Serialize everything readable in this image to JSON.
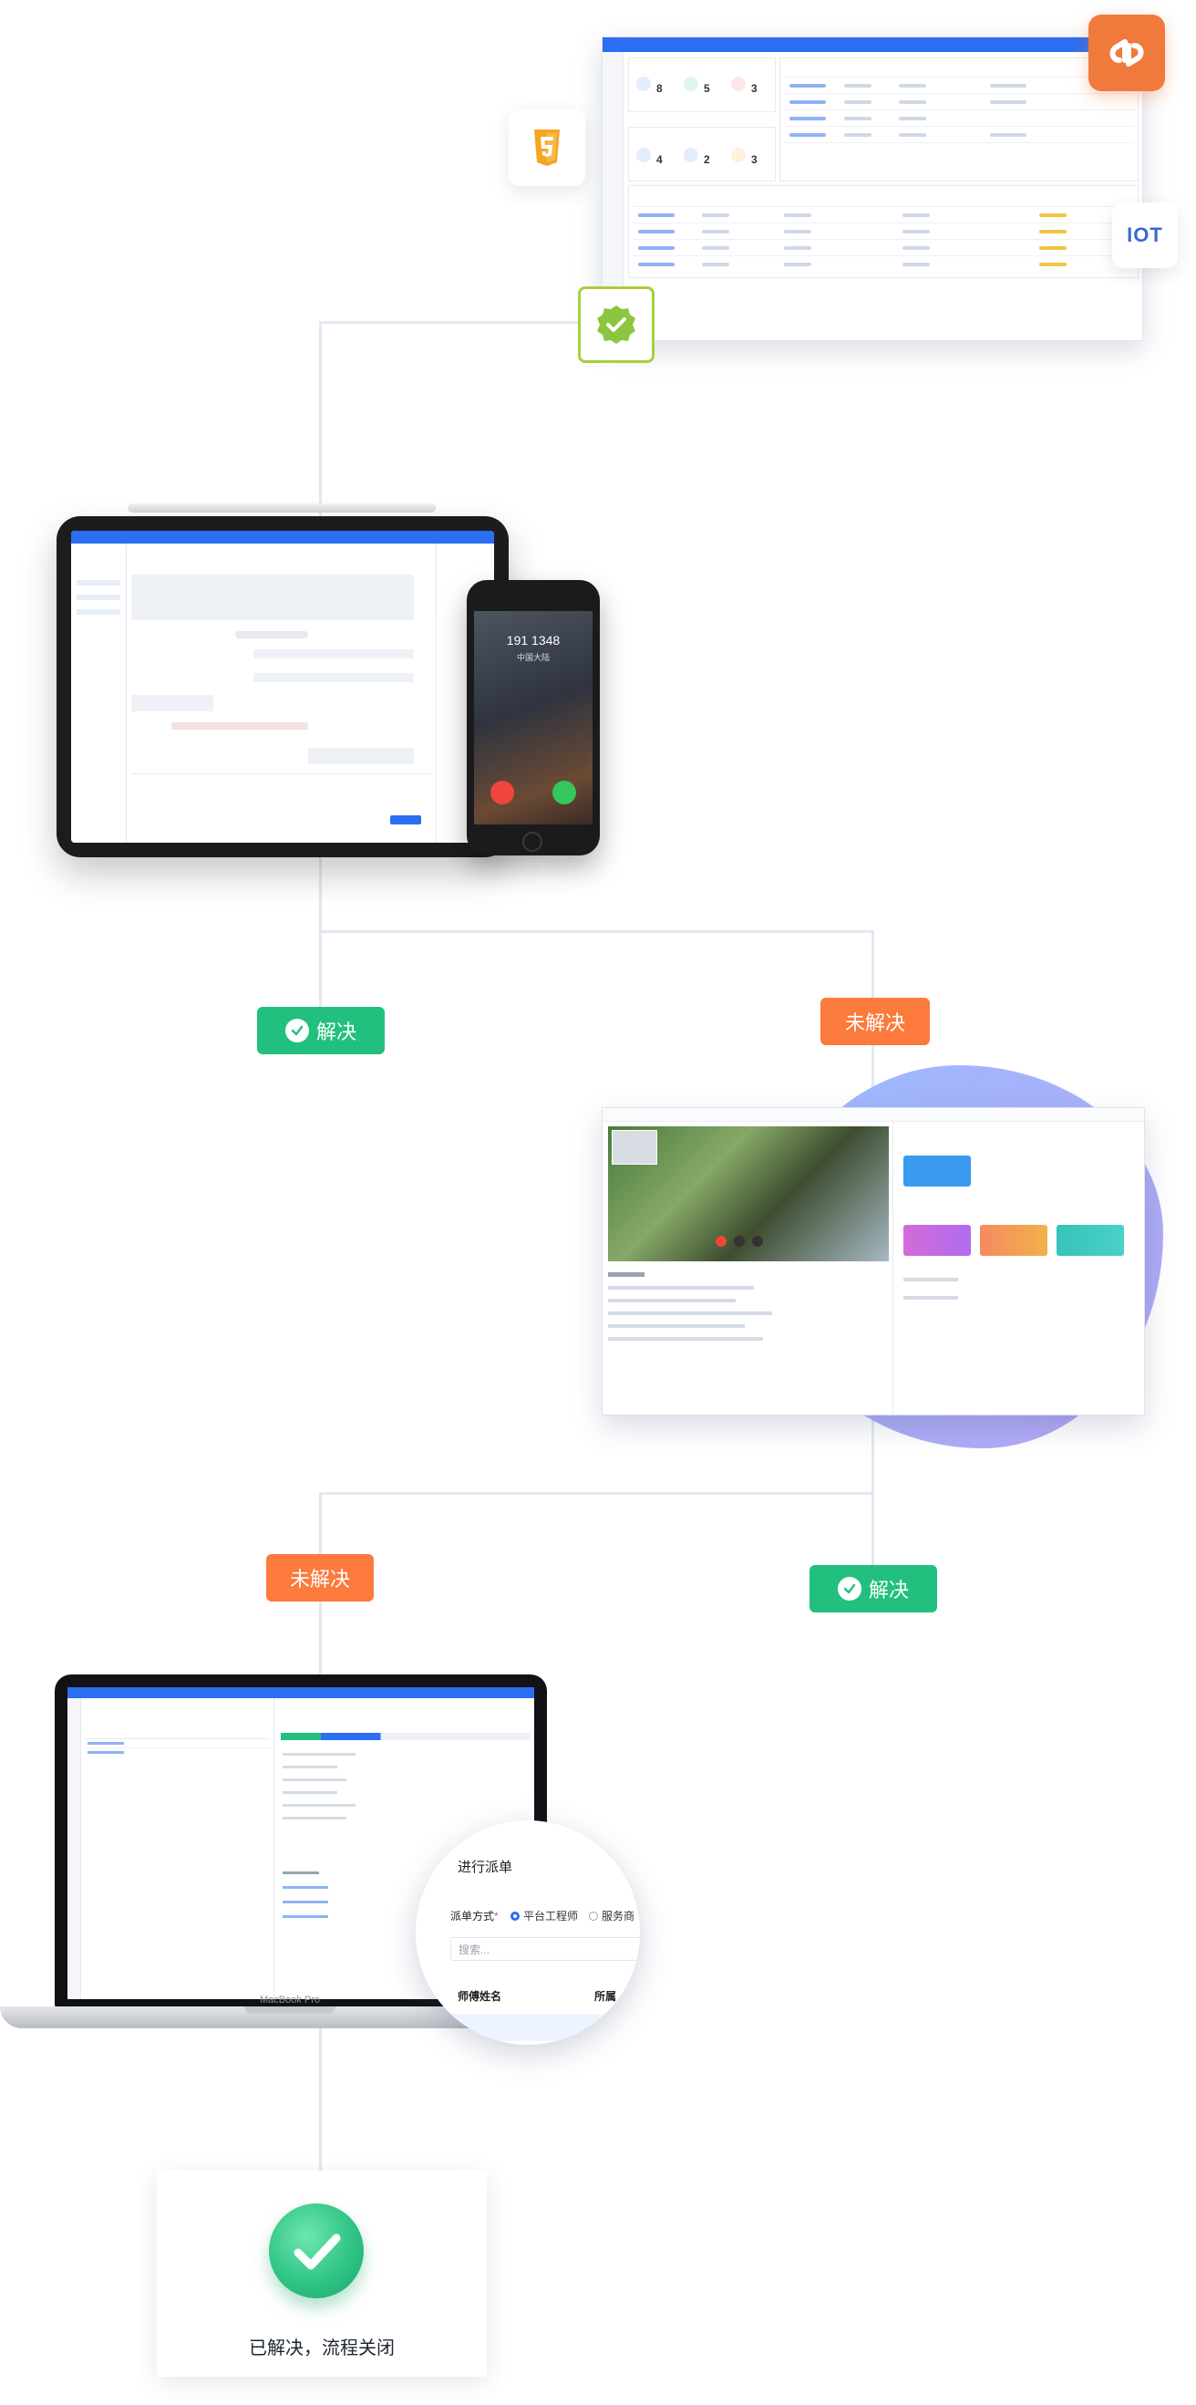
{
  "badges": {
    "resolved_1": "解决",
    "unresolved_1": "未解决",
    "unresolved_2": "未解决",
    "resolved_2": "解决"
  },
  "phone": {
    "number": "191 1348",
    "region": "中国大陆"
  },
  "laptop": {
    "model": "MacBook Pro"
  },
  "dispatch_panel": {
    "title": "进行派单",
    "method_label": "派单方式",
    "required_mark": "*",
    "option_platform": "平台工程师",
    "option_service": "服务商",
    "search_placeholder": "搜索...",
    "col_name": "师傅姓名",
    "col_belong": "所属"
  },
  "final": {
    "text": "已解决，流程关闭"
  },
  "logos": {
    "iot": "IOT"
  },
  "colors": {
    "resolved": "#22c07e",
    "unresolved": "#fb7a3c",
    "brand": "#2b6ef2"
  }
}
